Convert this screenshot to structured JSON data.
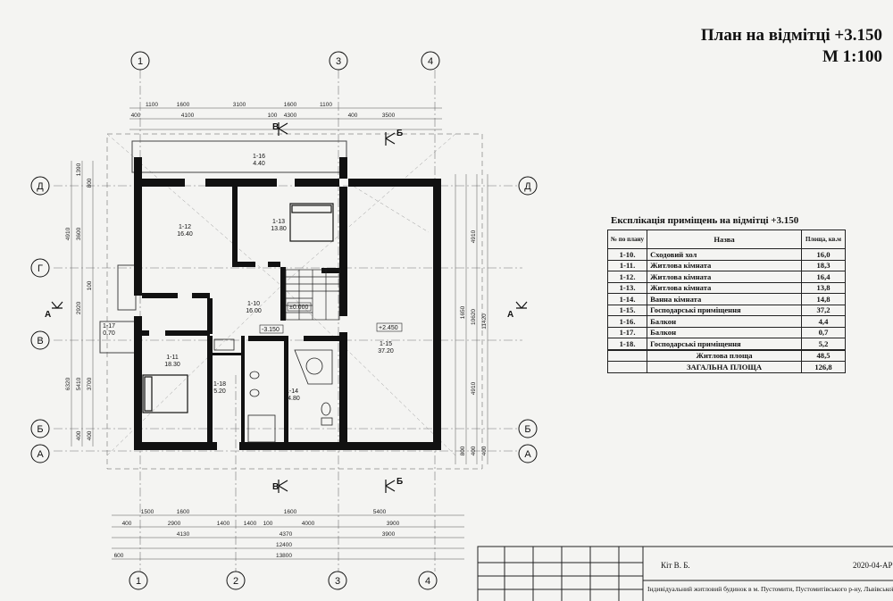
{
  "title": {
    "line1": "План на відмітці +3.150",
    "line2": "М 1:100"
  },
  "axes": {
    "vertical": [
      "1",
      "2",
      "3",
      "4"
    ],
    "horizontal": [
      "Д",
      "Г",
      "В",
      "Б",
      "А"
    ]
  },
  "rooms": [
    {
      "id": "1-10",
      "area": "16.00"
    },
    {
      "id": "1-11",
      "area": "18.30"
    },
    {
      "id": "1-12",
      "area": "16.40"
    },
    {
      "id": "1-13",
      "area": "13.80"
    },
    {
      "id": "1-14",
      "area": "14.80"
    },
    {
      "id": "1-15",
      "area": "37.20"
    },
    {
      "id": "1-16",
      "area": "4.40"
    },
    {
      "id": "1-17",
      "area": "0.70"
    },
    {
      "id": "1-18",
      "area": "5.20"
    }
  ],
  "levels": {
    "l0": "±0.000",
    "l1": "-3.150",
    "l2": "+2.450"
  },
  "sections": {
    "a": "А",
    "b": "Б",
    "v": "В"
  },
  "dims": {
    "top1": [
      "1100",
      "1600",
      "3100",
      "1600",
      "1100"
    ],
    "top2": [
      "4100",
      "4300",
      "3500"
    ],
    "top_edge": [
      "400",
      "100",
      "400"
    ],
    "bot1": [
      "1500",
      "1600",
      "1600",
      "5400"
    ],
    "bot2": [
      "2900",
      "1400",
      "1400",
      "100",
      "4000",
      "3900"
    ],
    "bot3": [
      "4130",
      "4370",
      "3900"
    ],
    "bot4": "12400",
    "bot5": "13800",
    "bot_edge": [
      "400",
      "600"
    ],
    "left": [
      "1390",
      "800",
      "3600",
      "4910",
      "100",
      "2920",
      "3700",
      "5410",
      "6320",
      "400",
      "400"
    ],
    "right": [
      "4910",
      "1650",
      "10620",
      "11420",
      "4910",
      "800",
      "400",
      "400"
    ]
  },
  "explication": {
    "title": "Експлікація приміщень на відмітці +3.150",
    "head": {
      "num": "№ по плану",
      "name": "Назва",
      "area": "Площа, кв.м"
    },
    "rows": [
      {
        "num": "1-10.",
        "name": "Сходовий хол",
        "area": "16,0"
      },
      {
        "num": "1-11.",
        "name": "Житлова кімната",
        "area": "18,3"
      },
      {
        "num": "1-12.",
        "name": "Житлова кімната",
        "area": "16,4"
      },
      {
        "num": "1-13.",
        "name": "Житлова кімната",
        "area": "13,8"
      },
      {
        "num": "1-14.",
        "name": "Ванна кімната",
        "area": "14,8"
      },
      {
        "num": "1-15.",
        "name": "Господарські приміщення",
        "area": "37,2"
      },
      {
        "num": "1-16.",
        "name": "Балкон",
        "area": "4,4"
      },
      {
        "num": "1-17.",
        "name": "Балкон",
        "area": "0,7"
      },
      {
        "num": "1-18.",
        "name": "Господарські приміщення",
        "area": "5,2"
      }
    ],
    "living": {
      "label": "Житлова площа",
      "area": "48,5"
    },
    "total": {
      "label": "ЗАГАЛЬНА ПЛОЩА",
      "area": "126,8"
    }
  },
  "stamp": {
    "author": "Кіт В. Б.",
    "code": "2020-04-АР",
    "desc": "Індивідуальний житловий будинок в м. Пустомити, Пустомитівського р-ну, Львівської обл., на земельній ділянці"
  }
}
